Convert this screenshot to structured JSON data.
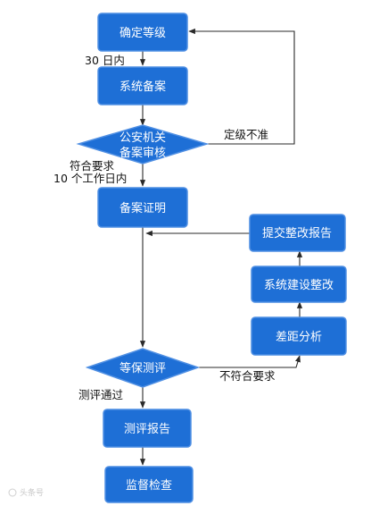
{
  "colors": {
    "node_fill": "#1e6fd6",
    "node_border": "#4f8fe3",
    "edge": "#2a2a2a",
    "text": "#111111"
  },
  "nodes": {
    "confirm_level": "确定等级",
    "system_filing": "系统备案",
    "police_review_line1": "公安机关",
    "police_review_line2": "备案审核",
    "filing_certificate": "备案证明",
    "submit_report": "提交整改报告",
    "system_rectification": "系统建设整改",
    "gap_analysis": "差距分析",
    "level_evaluation": "等保测评",
    "evaluation_report": "测评报告",
    "supervision_inspection": "监督检查"
  },
  "labels": {
    "thirty_days": "30 日内",
    "level_inaccurate": "定级不准",
    "meets_requirements": "符合要求",
    "ten_workdays": "10 个工作日内",
    "not_meet": "不符合要求",
    "evaluation_passed": "测评通过"
  },
  "watermark": "头条号"
}
